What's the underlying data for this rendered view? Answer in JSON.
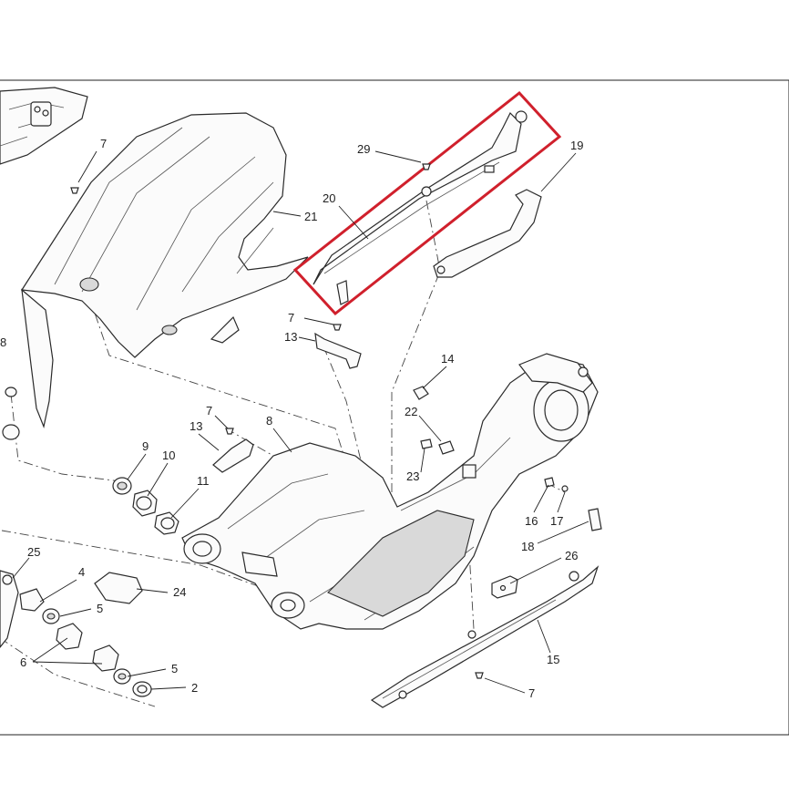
{
  "diagram": {
    "highlight_color": "#d0202c",
    "highlighted_part": "20",
    "callouts": [
      "7",
      "21",
      "29",
      "20",
      "19",
      "8",
      "7",
      "13",
      "14",
      "22",
      "23",
      "7",
      "13",
      "8",
      "9",
      "10",
      "11",
      "16",
      "17",
      "18",
      "26",
      "25",
      "4",
      "5",
      "24",
      "6",
      "5",
      "2",
      "15",
      "7"
    ]
  }
}
